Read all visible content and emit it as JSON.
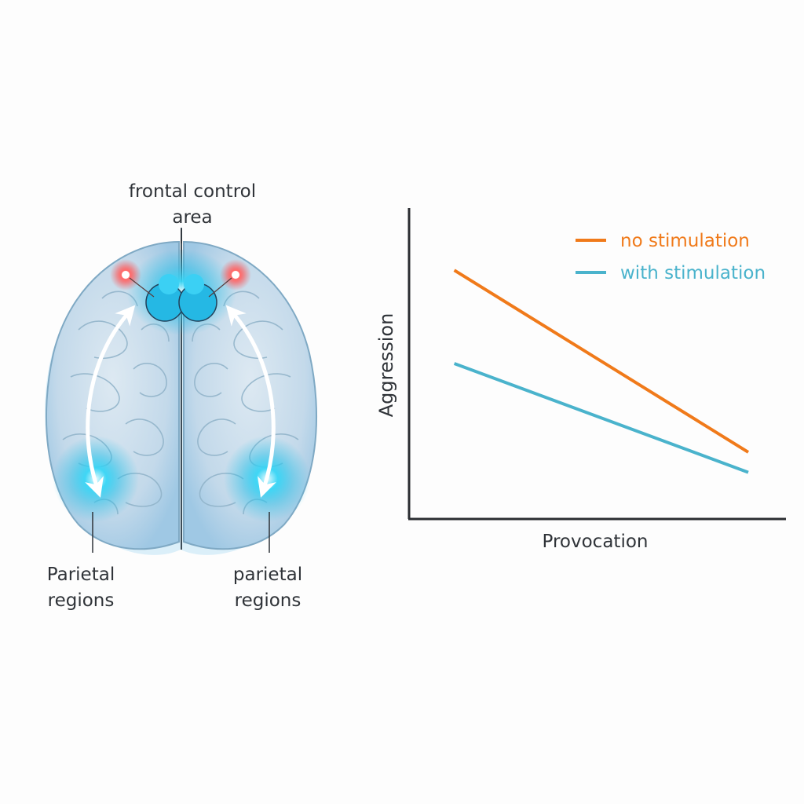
{
  "diagram": {
    "frontal_label_line1": "frontal control",
    "frontal_label_line2": "area",
    "parietal_left_line1": "Parietal",
    "parietal_left_line2": "regions",
    "parietal_right_line1": "parietal",
    "parietal_right_line2": "regions"
  },
  "colors": {
    "no_stimulation": "#f07a1a",
    "with_stimulation": "#4ab3cc",
    "axis": "#2a2d31",
    "brain_fill": "#c4dcec",
    "brain_glow": "#18c6ec",
    "hotspot": "#ff4a4a"
  },
  "chart_data": {
    "type": "line",
    "title": "",
    "xlabel": "Provocation",
    "ylabel": "Aggression",
    "xlim": [
      0,
      10
    ],
    "ylim": [
      0,
      10
    ],
    "grid": false,
    "legend_position": "top-right",
    "series": [
      {
        "name": "no stimulation",
        "color": "#f07a1a",
        "x": [
          1.2,
          9.0
        ],
        "y": [
          8.0,
          2.15
        ]
      },
      {
        "name": "with stimulation",
        "color": "#4ab3cc",
        "x": [
          1.2,
          9.0
        ],
        "y": [
          5.0,
          1.5
        ]
      }
    ]
  }
}
